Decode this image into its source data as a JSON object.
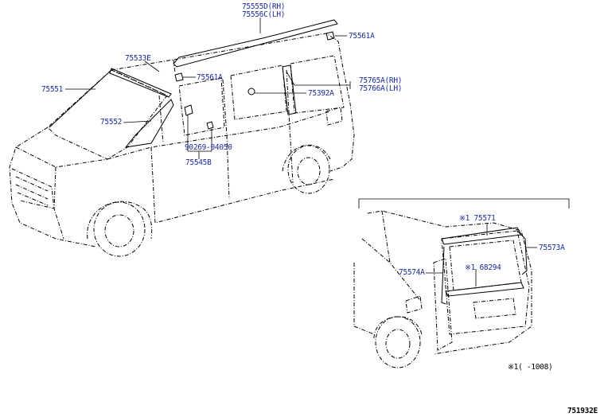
{
  "labels": {
    "p75555D": "75555D(RH)",
    "p75556C": "75556C(LH)",
    "p75561A_top": "75561A",
    "p75533E": "75533E",
    "p75551": "75551",
    "p75561A_mid": "75561A",
    "p75765A": "75765A(RH)",
    "p75766A": "75766A(LH)",
    "p75392A": "75392A",
    "p75552": "75552",
    "p90269": "90269-04050",
    "p75545B": "75545B",
    "p75571": "※1 75571",
    "p75573A": "75573A",
    "p75574A": "75574A",
    "p68294": "※1 68294"
  },
  "footnote": "※1(    -1008)",
  "figure_id": "751932E"
}
